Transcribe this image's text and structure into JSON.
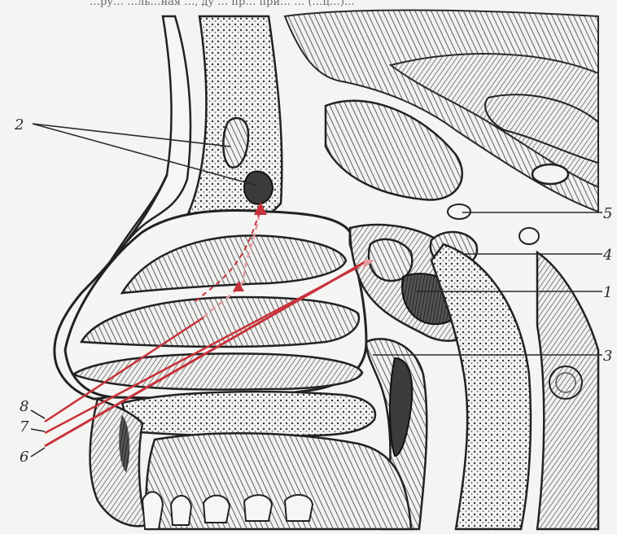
{
  "header": {
    "partial_caption": "…ру… …ль…ная …, ду … пр… при… … (…ц…)…"
  },
  "labels": {
    "l1": "1",
    "l2": "2",
    "l3": "3",
    "l4": "4",
    "l5": "5",
    "l6": "6",
    "l7": "7",
    "l8": "8"
  },
  "colors": {
    "background": "#f4f4f2",
    "ink": "#2a2a2a",
    "instrument_red": "#c8323a",
    "instrument_pink": "#e39aa0"
  }
}
